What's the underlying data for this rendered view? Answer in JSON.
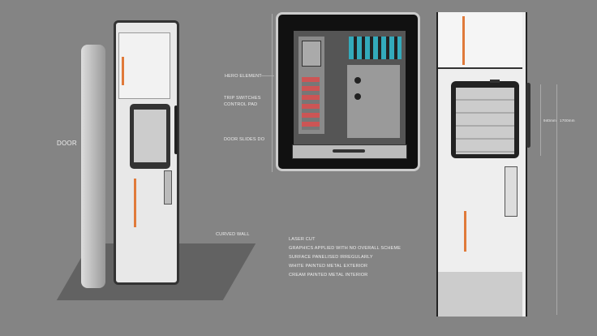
{
  "labels": {
    "door": "DOOR",
    "hero": "HERO ELEMENT",
    "trip1": "TRIP SWITCHES",
    "trip2": "CONTROL PAD",
    "slides": "DOOR SLIDES DO",
    "curved": "CURVED WALL"
  },
  "notes": [
    "LASER CUT",
    "GRAPHICS APPLIED WITH NO OVERALL SCHEME",
    "SURFACE PANELISED IRREGULARLY",
    "WHITE PAINTED METAL EXTERIOR",
    "CREAM PAINTED METAL INTERIOR"
  ],
  "dimensions": {
    "inner": "940mm",
    "outer": "1700mm"
  },
  "colors": {
    "bg": "#848484",
    "accent": "#e07a3a"
  }
}
